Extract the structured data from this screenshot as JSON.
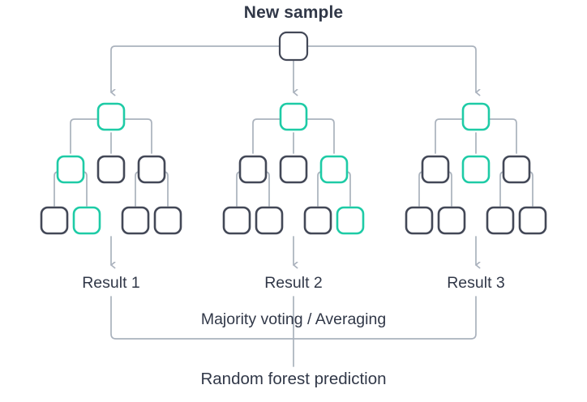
{
  "diagram": {
    "title": "New sample",
    "final_prediction": "Random forest prediction",
    "aggregation": "Majority voting / Averaging",
    "results": [
      {
        "label": "Result 1"
      },
      {
        "label": "Result 2"
      },
      {
        "label": "Result 3"
      }
    ],
    "colors": {
      "background": "#ffffff",
      "node_dark": "#434857",
      "node_highlight": "#1ECBA6",
      "connector": "#aab2bd",
      "text": "#313848"
    },
    "root_node": {
      "name": "new-sample-node",
      "state": "dark"
    },
    "trees": [
      {
        "name": "tree-1",
        "root": {
          "state": "highlight"
        },
        "level2": [
          {
            "state": "highlight"
          },
          {
            "state": "dark"
          },
          {
            "state": "dark"
          }
        ],
        "leaves": [
          {
            "state": "dark"
          },
          {
            "state": "highlight"
          },
          {
            "state": "dark"
          },
          {
            "state": "dark"
          }
        ],
        "result": "Result 1"
      },
      {
        "name": "tree-2",
        "root": {
          "state": "highlight"
        },
        "level2": [
          {
            "state": "dark"
          },
          {
            "state": "dark"
          },
          {
            "state": "highlight"
          }
        ],
        "leaves": [
          {
            "state": "dark"
          },
          {
            "state": "dark"
          },
          {
            "state": "dark"
          },
          {
            "state": "highlight"
          }
        ],
        "result": "Result 2"
      },
      {
        "name": "tree-3",
        "root": {
          "state": "highlight"
        },
        "level2": [
          {
            "state": "dark"
          },
          {
            "state": "highlight"
          },
          {
            "state": "dark"
          }
        ],
        "leaves": [
          {
            "state": "dark"
          },
          {
            "state": "dark"
          },
          {
            "state": "dark"
          },
          {
            "state": "dark"
          }
        ],
        "result": "Result 3"
      }
    ]
  }
}
